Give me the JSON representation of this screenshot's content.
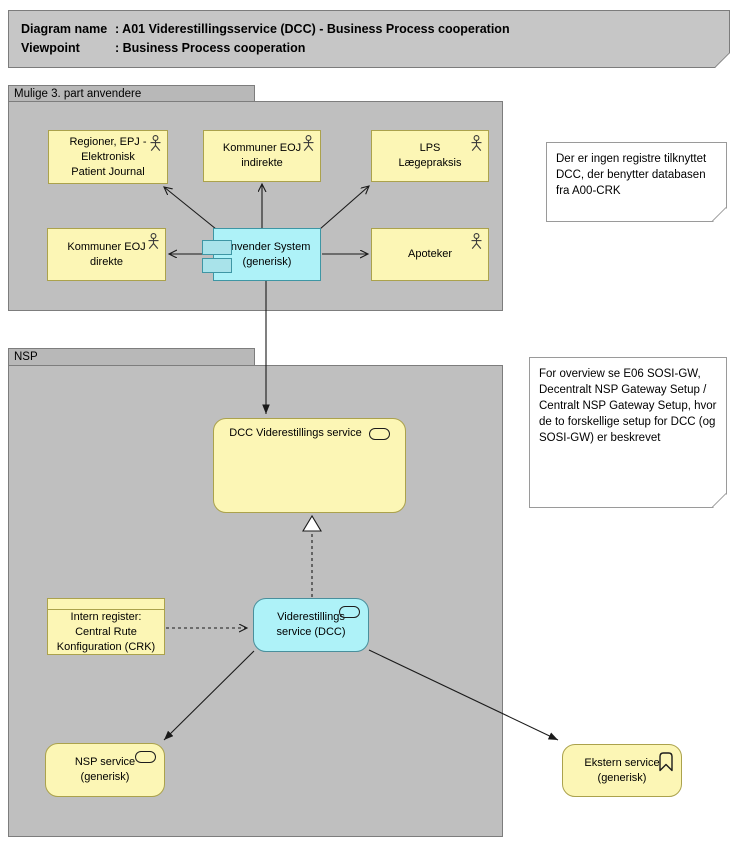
{
  "title": {
    "rows": [
      {
        "label": "Diagram name",
        "value": ": A01 Viderestillingsservice (DCC) - Business Process cooperation"
      },
      {
        "label": "Viewpoint",
        "value": ": Business Process cooperation"
      }
    ]
  },
  "groups": {
    "third_party": {
      "label": "Mulige 3. part anvendere"
    },
    "nsp": {
      "label": "NSP"
    }
  },
  "actors": {
    "regioner": {
      "label": "Regioner, EPJ -\nElektronisk\nPatient Journal"
    },
    "kommuner_indirekte": {
      "label": "Kommuner EOJ\nindirekte"
    },
    "lps": {
      "label": "LPS\nLægepraksis"
    },
    "kommuner_direkte": {
      "label": "Kommuner EOJ\ndirekte"
    },
    "apoteker": {
      "label": "Apoteker"
    }
  },
  "components": {
    "anvender_system": {
      "label": "Anvender System\n(generisk)"
    }
  },
  "services": {
    "dcc": {
      "label": "DCC Viderestillings service"
    },
    "viderestilling_dcc": {
      "label": "Viderestillings\nservice (DCC)"
    },
    "nsp_service": {
      "label": "NSP service\n(generisk)"
    },
    "ekstern": {
      "label": "Ekstern service\n(generisk)"
    }
  },
  "objects": {
    "crk": {
      "label": "Intern register:\nCentral Rute\nKonfiguration (CRK)"
    }
  },
  "notes": {
    "registre": {
      "text": "Der er ingen registre tilknyttet DCC, der benytter databasen fra A00-CRK"
    },
    "overview": {
      "text": "For overview se E06 SOSI-GW, Decentralt NSP Gateway Setup / Centralt NSP Gateway Setup, hvor de to forskellige setup for DCC (og SOSI-GW) er beskrevet"
    }
  },
  "icons": {
    "actor": "stick-figure",
    "service": "stadium-outline",
    "component": "two-tabs",
    "ekstern_service": "bookmark-chevron"
  },
  "colors": {
    "group_fill": "#bfbfbf",
    "group_border": "#7d7d7d",
    "element_yellow": "#fcf6b5",
    "yellow_border": "#aba24c",
    "element_cyan": "#aef2f8",
    "cyan_border": "#3e96a4",
    "note_fill": "#ffffff",
    "line": "#1a1a1a"
  }
}
